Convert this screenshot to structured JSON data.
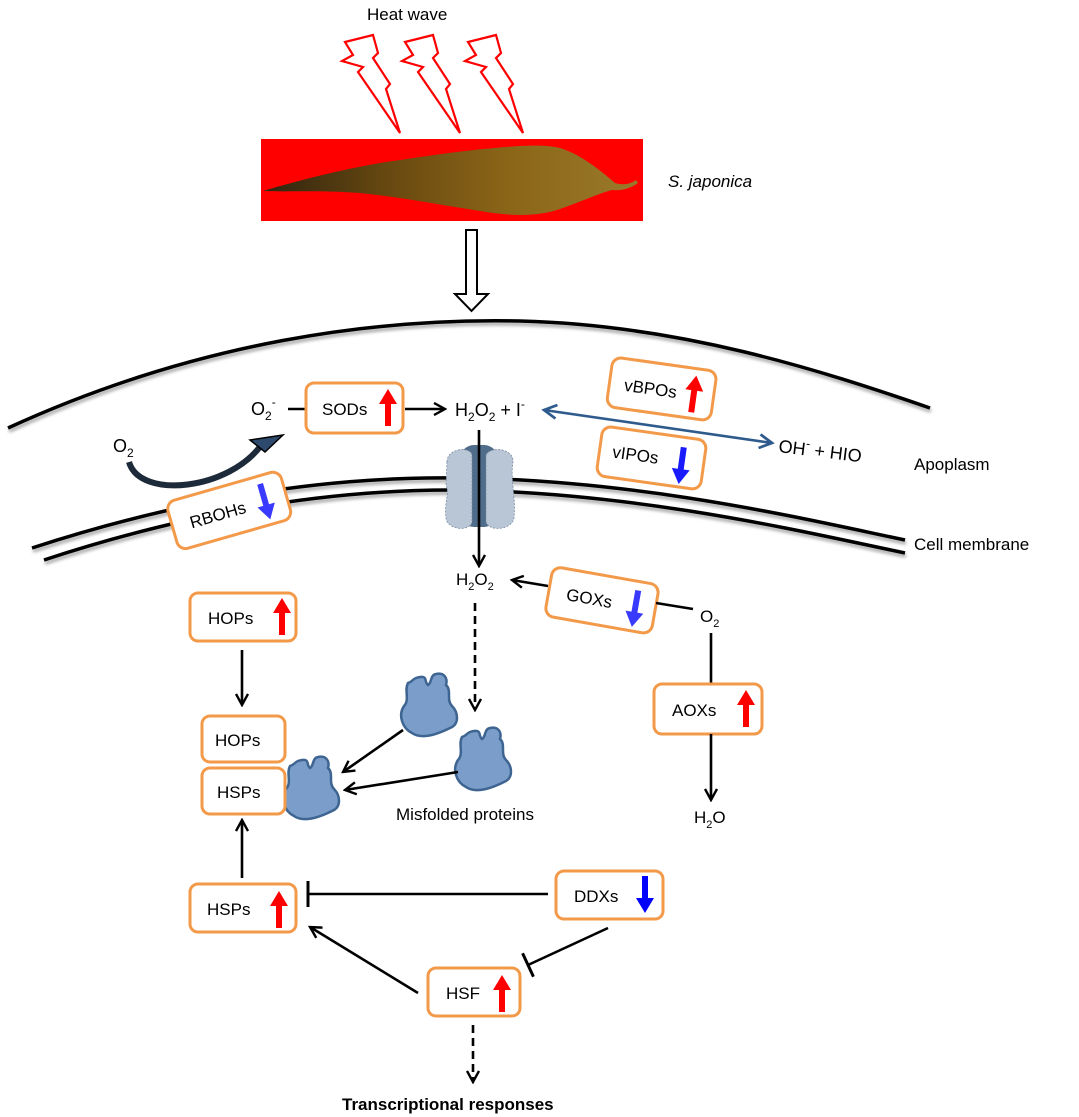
{
  "stimulus": {
    "title": "Heat wave",
    "organism": "S. japonica"
  },
  "compartments": {
    "apoplasm": "Apoplasm",
    "membrane": "Cell membrane"
  },
  "molecules": {
    "o2_left": "O",
    "o2_left_sub": "2",
    "superoxide": "O",
    "superoxide_sub": "2",
    "superoxide_sup": "-",
    "h2o2_iodide": {
      "h": "H",
      "sub1": "2",
      "o": "O",
      "sub2": "2",
      "plus": " + I",
      "sup": "-"
    },
    "hydroxide_hio": {
      "oh": "OH",
      "sup": "-",
      "rest": " + HIO"
    },
    "h2o2_inner": {
      "h": "H",
      "sub1": "2",
      "o": "O",
      "sub2": "2"
    },
    "o2_right": "O",
    "o2_right_sub": "2",
    "water": {
      "h": "H",
      "sub": "2",
      "o": "O"
    }
  },
  "enzymes": [
    {
      "id": "sods",
      "label": "SODs",
      "regulation": "up"
    },
    {
      "id": "rbohs",
      "label": "RBOHs",
      "regulation": "down"
    },
    {
      "id": "vbpos",
      "label": "vBPOs",
      "regulation": "up"
    },
    {
      "id": "vipos",
      "label": "vIPOs",
      "regulation": "down"
    },
    {
      "id": "goxs",
      "label": "GOXs",
      "regulation": "down"
    },
    {
      "id": "aoxs",
      "label": "AOXs",
      "regulation": "up"
    },
    {
      "id": "hops_top",
      "label": "HOPs",
      "regulation": "up"
    },
    {
      "id": "hops_complex",
      "label": "HOPs",
      "regulation": "none"
    },
    {
      "id": "hsps_complex",
      "label": "HSPs",
      "regulation": "none"
    },
    {
      "id": "hsps_bottom",
      "label": "HSPs",
      "regulation": "up"
    },
    {
      "id": "ddxs",
      "label": "DDXs",
      "regulation": "down"
    },
    {
      "id": "hsf",
      "label": "HSF",
      "regulation": "up"
    }
  ],
  "labels": {
    "misfolded": "Misfolded proteins",
    "output": "Transcriptional responses"
  },
  "colors": {
    "box_border": "#f39a4a",
    "up_arrow": "#ff0000",
    "down_arrow": "#2b2bff",
    "iodine_arrow": "#2f5b8c",
    "protein_fill": "#7a9ec9",
    "heat_background": "#ff0000"
  }
}
